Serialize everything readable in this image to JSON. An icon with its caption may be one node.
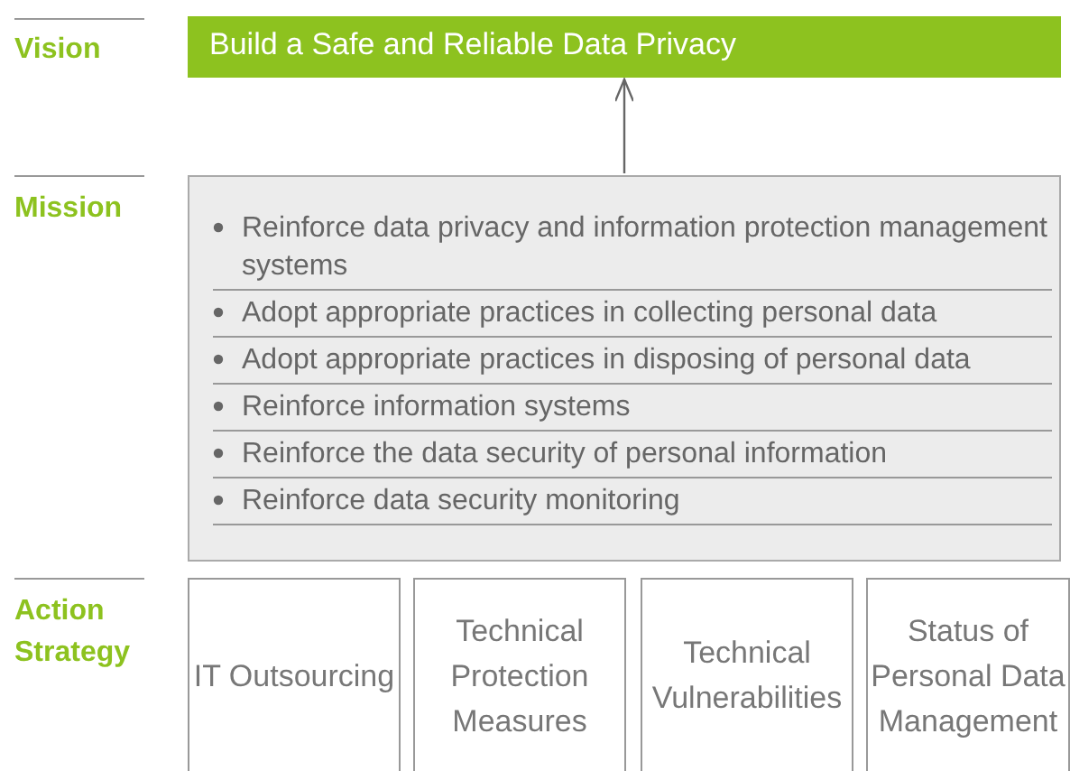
{
  "diagram": {
    "nodes": [
      {
        "text": [
          "Build a Safe and Reliable Data Privacy"
        ]
      },
      {
        "text": [
          "Reinforce data privacy and information protection management systems",
          "Adopt appropriate practices in collecting personal data",
          "Adopt appropriate practices in disposing of personal data",
          "Reinforce information systems",
          "Reinforce the data security of personal information",
          "Reinforce data security monitoring"
        ]
      },
      {
        "text": [
          "IT Outsourcing"
        ]
      },
      {
        "text": [
          "Technical Protection Measures"
        ]
      },
      {
        "text": [
          "Technical Vulnerabilities"
        ]
      },
      {
        "text": [
          "Status of Personal Data Management"
        ]
      }
    ],
    "edges": [
      {
        "from": 1,
        "to": 0,
        "arrow": "to"
      }
    ],
    "labels": [
      "Vision",
      "Mission",
      "Action Strategy"
    ]
  }
}
